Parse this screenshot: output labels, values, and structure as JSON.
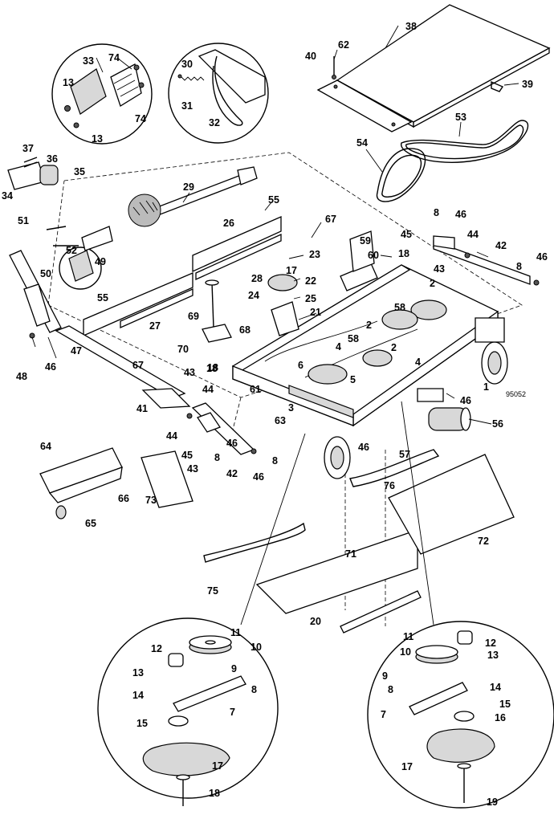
{
  "drawing_code": "95052",
  "callouts": {
    "c1": "1",
    "c2a": "2",
    "c2b": "2",
    "c2c": "2",
    "c3": "3",
    "c4a": "4",
    "c4b": "4",
    "c5": "5",
    "c6": "6",
    "c7l": "7",
    "c7r": "7",
    "c8l": "8",
    "c8r": "8",
    "c8a": "8",
    "c8b": "8",
    "c8c": "8",
    "c8d": "8",
    "c9l": "9",
    "c9r": "9",
    "c10l": "10",
    "c10r": "10",
    "c11l": "11",
    "c11r": "11",
    "c12l": "12",
    "c12r": "12",
    "c13a": "13",
    "c13b": "13",
    "c13l": "13",
    "c13r": "13",
    "c14l": "14",
    "c14r": "14",
    "c15l": "15",
    "c15r": "15",
    "c16": "16",
    "c17a": "17",
    "c17l": "17",
    "c17r": "17",
    "c18a": "18",
    "c18b": "18",
    "c18c": "18",
    "c18l": "18",
    "c19": "19",
    "c20": "20",
    "c21": "21",
    "c22": "22",
    "c23": "23",
    "c24": "24",
    "c25": "25",
    "c26": "26",
    "c27": "27",
    "c28": "28",
    "c29": "29",
    "c30": "30",
    "c31": "31",
    "c32": "32",
    "c33": "33",
    "c34": "34",
    "c35": "35",
    "c36": "36",
    "c37": "37",
    "c38": "38",
    "c39": "39",
    "c40": "40",
    "c41": "41",
    "c42a": "42",
    "c42b": "42",
    "c43a": "43",
    "c43b": "43",
    "c43c": "43",
    "c44a": "44",
    "c44b": "44",
    "c44c": "44",
    "c45a": "45",
    "c45b": "45",
    "c46a": "46",
    "c46b": "46",
    "c46c": "46",
    "c46d": "46",
    "c46e": "46",
    "c46f": "46",
    "c46g": "46",
    "c47": "47",
    "c48": "48",
    "c49": "49",
    "c50": "50",
    "c51": "51",
    "c52": "52",
    "c53": "53",
    "c54": "54",
    "c55a": "55",
    "c55b": "55",
    "c56": "56",
    "c57": "57",
    "c58a": "58",
    "c58b": "58",
    "c59": "59",
    "c60": "60",
    "c61": "61",
    "c62": "62",
    "c63": "63",
    "c64": "64",
    "c65": "65",
    "c66": "66",
    "c67a": "67",
    "c67b": "67",
    "c68": "68",
    "c69": "69",
    "c70": "70",
    "c71": "71",
    "c72": "72",
    "c73": "73",
    "c74a": "74",
    "c74b": "74",
    "c75": "75",
    "c76": "76"
  }
}
